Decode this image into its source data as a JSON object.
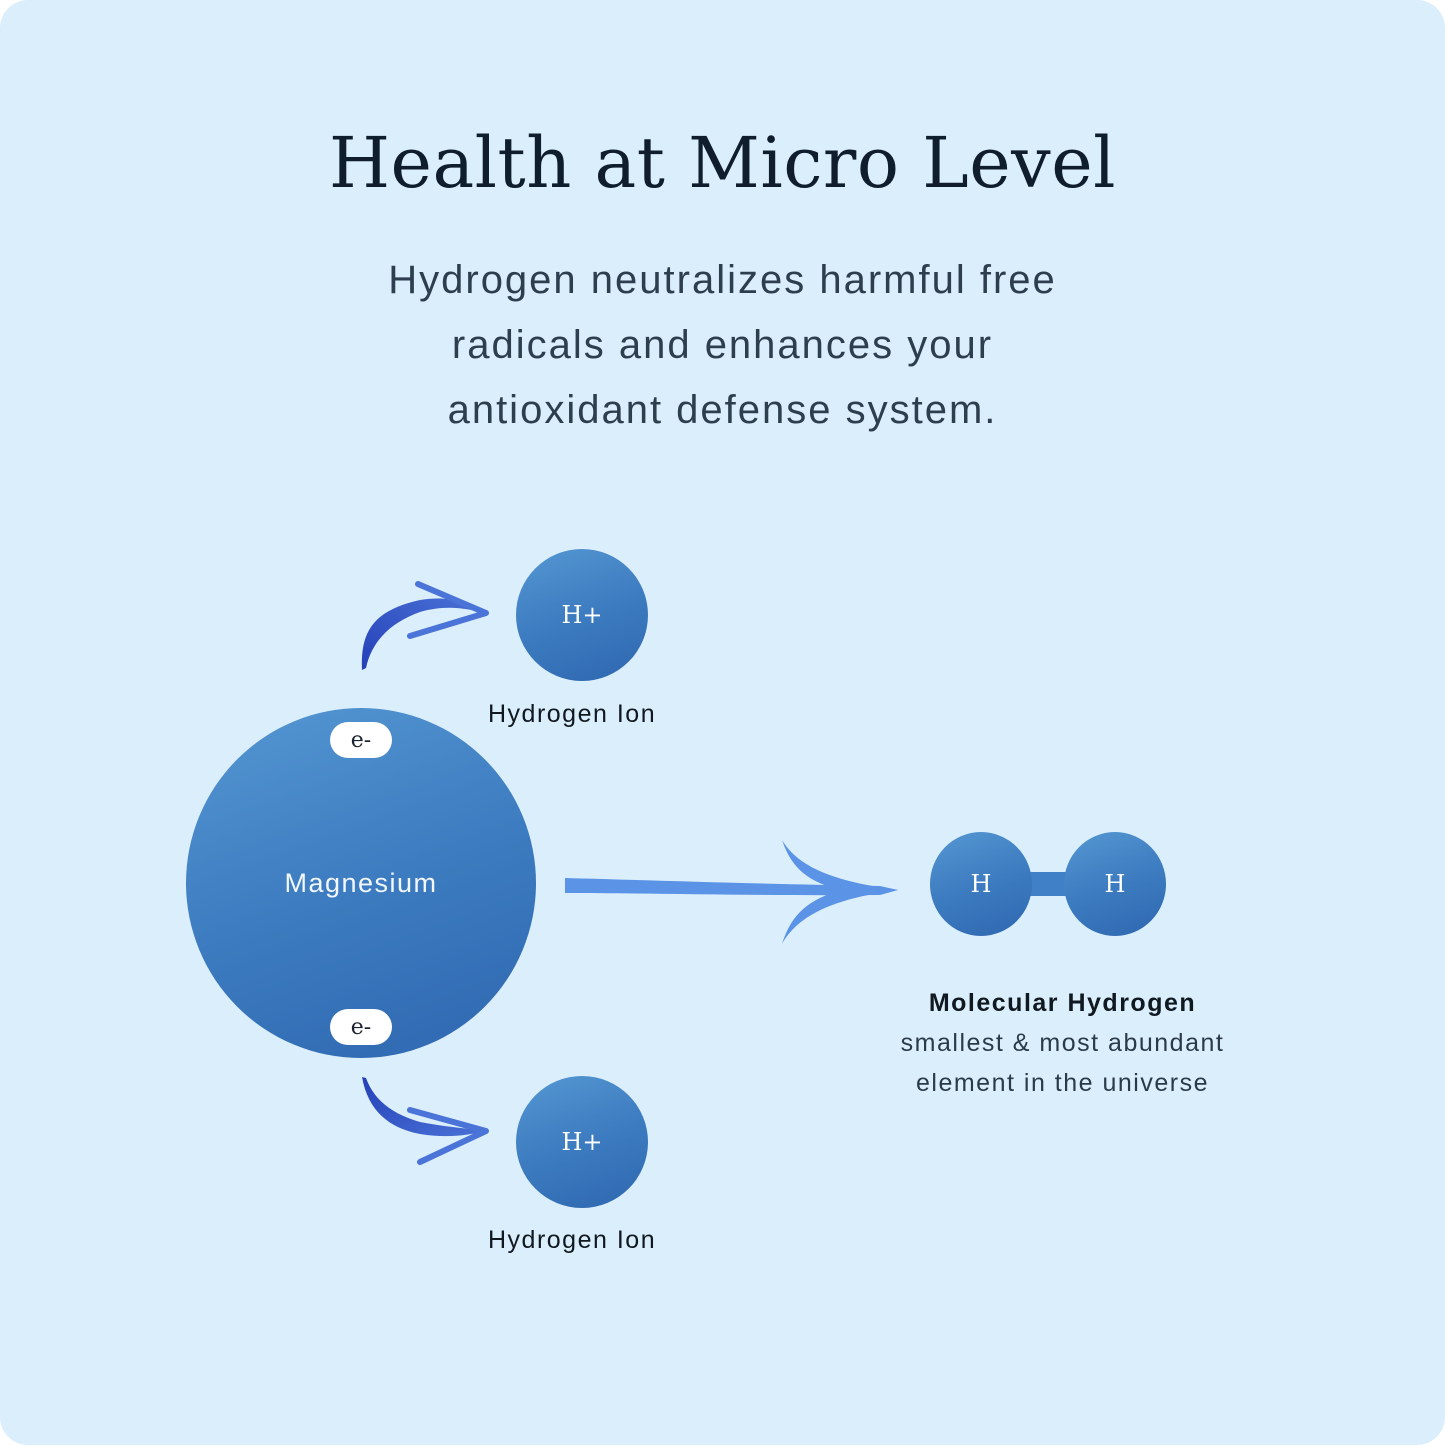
{
  "header": {
    "title": "Health at Micro Level",
    "subtitle_lines": [
      "Hydrogen neutralizes harmful free",
      "radicals and enhances your",
      "antioxidant defense system."
    ]
  },
  "diagram": {
    "magnesium": {
      "label": "Magnesium",
      "electrons": [
        "e-",
        "e-"
      ]
    },
    "hydrogen_ions": [
      {
        "symbol": "H+",
        "label": "Hydrogen Ion"
      },
      {
        "symbol": "H+",
        "label": "Hydrogen Ion"
      }
    ],
    "molecular_hydrogen": {
      "atoms": [
        "H",
        "H"
      ],
      "title": "Molecular Hydrogen",
      "description_lines": [
        "smallest & most abundant",
        "element in the universe"
      ]
    }
  },
  "colors": {
    "background": "#dbeefc",
    "circle_light": "#5597d3",
    "circle_dark": "#2e67b0",
    "curved_arrow": "#2f4fc2",
    "straight_arrow": "#5b93e6",
    "title_text": "#0f1d2c"
  }
}
